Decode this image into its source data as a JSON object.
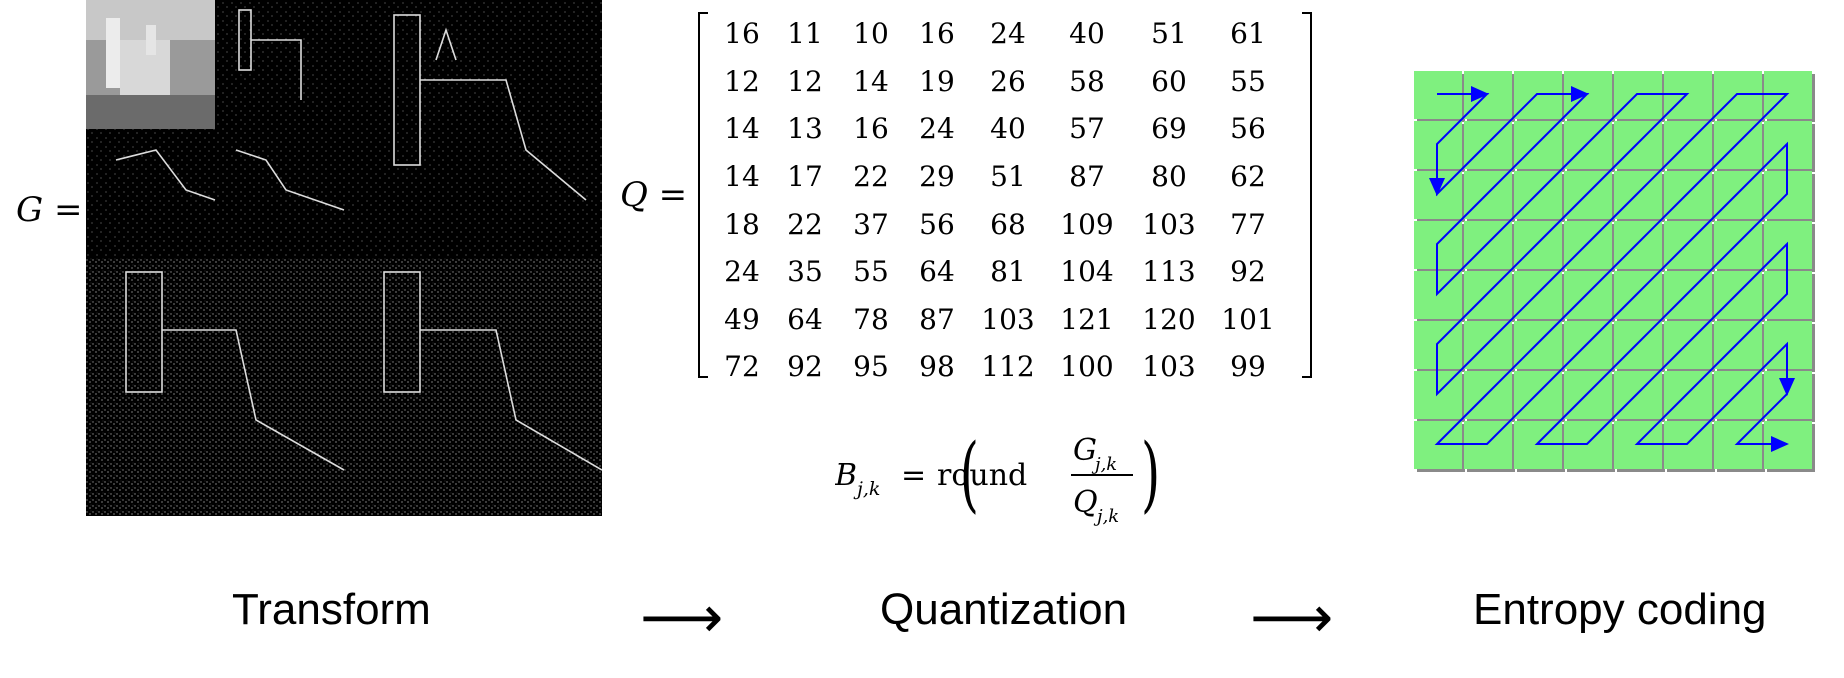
{
  "transform": {
    "label": "G =",
    "stage_label": "Transform"
  },
  "quantization": {
    "label": "Q =",
    "matrix": [
      [
        16,
        11,
        10,
        16,
        24,
        40,
        51,
        61
      ],
      [
        12,
        12,
        14,
        19,
        26,
        58,
        60,
        55
      ],
      [
        14,
        13,
        16,
        24,
        40,
        57,
        69,
        56
      ],
      [
        14,
        17,
        22,
        29,
        51,
        87,
        80,
        62
      ],
      [
        18,
        22,
        37,
        56,
        68,
        109,
        103,
        77
      ],
      [
        24,
        35,
        55,
        64,
        81,
        104,
        113,
        92
      ],
      [
        49,
        64,
        78,
        87,
        103,
        121,
        120,
        101
      ],
      [
        72,
        92,
        95,
        98,
        112,
        100,
        103,
        99
      ]
    ],
    "formula": {
      "lhs": "B",
      "lhs_sub": "j,k",
      "equals": "=",
      "func": "round",
      "num": "G",
      "num_sub": "j,k",
      "den": "Q",
      "den_sub": "j,k"
    },
    "stage_label": "Quantization"
  },
  "entropy": {
    "stage_label": "Entropy coding",
    "grid_size": 8,
    "cell_color": "#7ff07f",
    "path_color": "#0000ff"
  },
  "arrows": [
    "⟶",
    "⟶"
  ]
}
